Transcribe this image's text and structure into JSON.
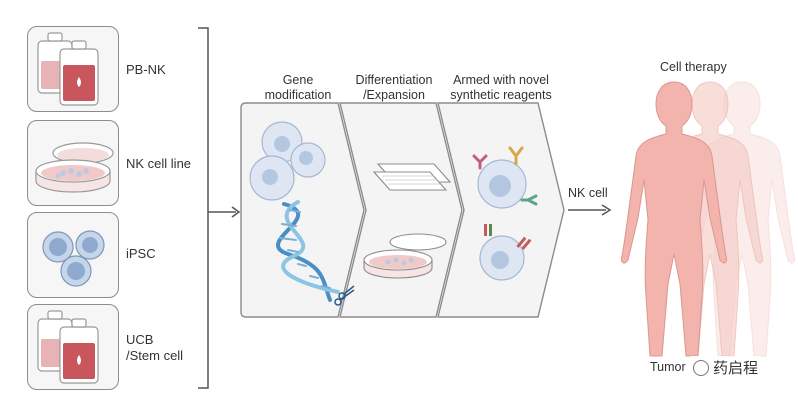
{
  "sources": [
    {
      "label": "PB-NK",
      "icon": "blood-bag-icon"
    },
    {
      "label": "NK cell line",
      "icon": "petri-dish-icon"
    },
    {
      "label": "iPSC",
      "icon": "stem-cells-icon"
    },
    {
      "label": "UCB\n/Stem cell",
      "icon": "blood-bag-icon"
    }
  ],
  "steps": [
    {
      "label": "Gene\nmodification"
    },
    {
      "label": "Differentiation\n/Expansion"
    },
    {
      "label": "Armed with novel\nsynthetic reagents"
    }
  ],
  "nk_cell_label": "NK cell",
  "therapy_label": "Cell therapy",
  "tumor_label": "Tumor",
  "watermark_text": "药启程",
  "colors": {
    "box_border": "#8c8c8c",
    "box_fill": "#f6f6f6",
    "cell_blue": "#c6d6ea",
    "cell_nucleus": "#9eb8d9",
    "blood_red": "#c9565d",
    "body_pink": "#f3b4ae",
    "dna_blue": "#4a8fc4"
  }
}
